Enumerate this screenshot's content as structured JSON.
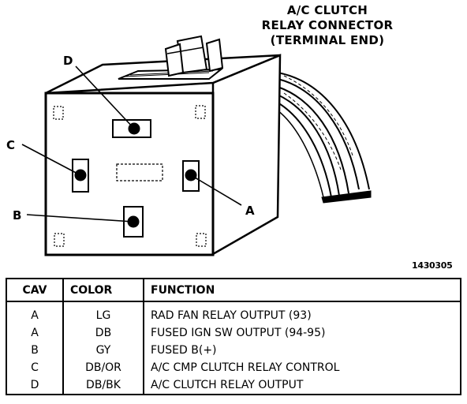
{
  "title": {
    "line1": "A/C CLUTCH",
    "line2": "RELAY CONNECTOR",
    "line3": "(TERMINAL END)"
  },
  "callouts": {
    "a": "A",
    "b": "B",
    "c": "C",
    "d": "D"
  },
  "figure_number": "1430305",
  "table": {
    "headers": {
      "cav": "CAV",
      "color": "COLOR",
      "function": "FUNCTION"
    },
    "rows": [
      {
        "cav": "A",
        "color": "LG",
        "function": "RAD FAN RELAY OUTPUT (93)"
      },
      {
        "cav": "A",
        "color": "DB",
        "function": "FUSED IGN SW OUTPUT (94-95)"
      },
      {
        "cav": "B",
        "color": "GY",
        "function": "FUSED B(+)"
      },
      {
        "cav": "C",
        "color": "DB/OR",
        "function": "A/C CMP CLUTCH RELAY CONTROL"
      },
      {
        "cav": "D",
        "color": "DB/BK",
        "function": "A/C CLUTCH RELAY OUTPUT"
      }
    ]
  }
}
